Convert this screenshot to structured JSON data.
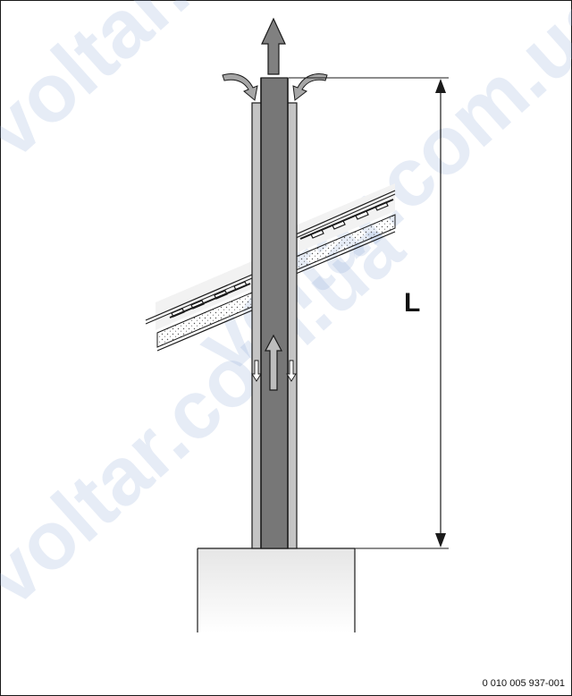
{
  "diagram": {
    "dimension_label": "L",
    "document_code": "0 010 005 937-001"
  },
  "watermark": {
    "text": "voltar.com.ua"
  },
  "colors": {
    "inner_pipe": "#777777",
    "outer_pipe": "#c4c4c4",
    "roof_fill": "#eeeeee",
    "base_fill": "#f0f0f0",
    "arrow_fill": "#808080",
    "line": "#1a1a1a"
  }
}
